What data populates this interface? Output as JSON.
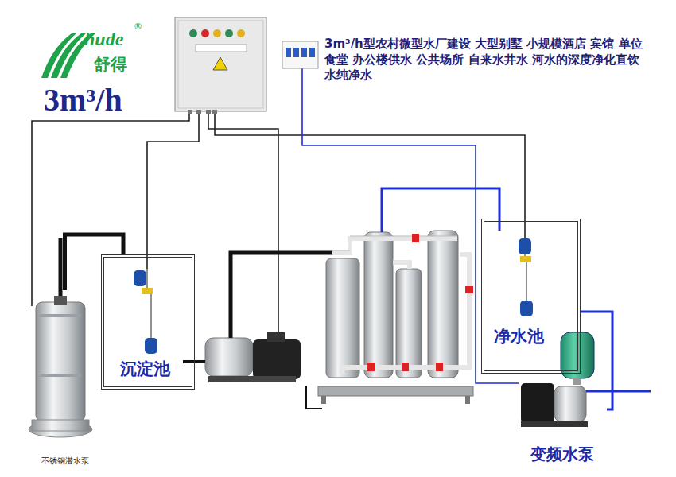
{
  "diagram": {
    "nodes": [
      {
        "text": [
          "沉淀池"
        ]
      },
      {
        "text": [
          "净水池"
        ]
      },
      {
        "text": [
          "不锈钢潜水泵"
        ]
      },
      {
        "text": [
          "变频水泵"
        ]
      }
    ],
    "edges": [
      {
        "from": 2,
        "to": 0,
        "arrow": "none"
      },
      {
        "from": 1,
        "to": 3,
        "arrow": "none"
      }
    ],
    "labels": [
      "hude",
      "®",
      "舒得",
      "3m³/h",
      "3m³/h型农村微型水厂建设 大型别墅 小规模酒店 宾馆 单位食堂 办公楼供水 公共场所 自来水井水 河水的深度净化直饮水纯净水"
    ]
  }
}
